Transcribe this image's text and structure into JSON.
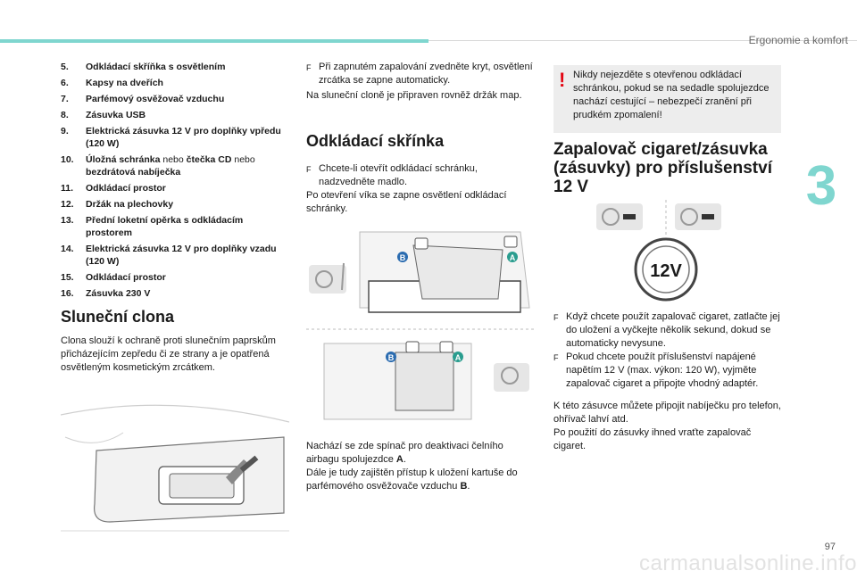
{
  "header": {
    "chapter": "Ergonomie a komfort",
    "chapter_number": "3",
    "page_number": "97"
  },
  "watermark": "carmanualsonline.info",
  "list": [
    {
      "n": "5.",
      "text": "Odkládací skříňka s osvětlením"
    },
    {
      "n": "6.",
      "text": "Kapsy na dveřích"
    },
    {
      "n": "7.",
      "text": "Parfémový osvěžovač vzduchu"
    },
    {
      "n": "8.",
      "text": "Zásuvka USB"
    },
    {
      "n": "9.",
      "text": "Elektrická zásuvka 12 V pro doplňky vpředu (120 W)"
    },
    {
      "n": "10.",
      "a": "Úložná schránka",
      "b": " nebo ",
      "c": "čtečka CD",
      "d": " nebo",
      "e": "bezdrátová nabíječka"
    },
    {
      "n": "11.",
      "text": "Odkládací prostor"
    },
    {
      "n": "12.",
      "text": "Držák na plechovky"
    },
    {
      "n": "13.",
      "text": "Přední loketní opěrka s odkládacím prostorem"
    },
    {
      "n": "14.",
      "text": "Elektrická zásuvka 12 V pro doplňky vzadu (120 W)"
    },
    {
      "n": "15.",
      "text": "Odkládací prostor"
    },
    {
      "n": "16.",
      "text": "Zásuvka 230 V"
    }
  ],
  "sun_visor": {
    "title": "Sluneční clona",
    "text": "Clona slouží k ochraně proti slunečním paprskům přicházejícím zepředu či ze strany a je opatřená osvětleným kosmetickým zrcátkem."
  },
  "col2": {
    "bullet1": "Při zapnutém zapalování zvedněte kryt, osvětlení zrcátka se zapne automaticky.",
    "text1": "Na sluneční cloně je připraven rovněž držák map.",
    "glovebox_title": "Odkládací skřínka",
    "bullet2": "Chcete-li otevřít odkládací schránku, nadzvedněte madlo.",
    "text2": "Po otevření víka se zapne osvětlení odkládací schránky.",
    "text3": "Nachází se zde spínač pro deaktivaci čelního airbagu spolujezdce ",
    "text3_bold": "A",
    "text3_end": ".",
    "text4": "Dále je tudy zajištěn přístup k uložení kartuše do parfémového osvěžovače vzduchu ",
    "text4_bold": "B",
    "text4_end": ".",
    "label_a": "A",
    "label_b": "B"
  },
  "col3": {
    "warning": "Nikdy nejezděte s otevřenou odkládací schránkou, pokud se na sedadle spolujezdce nachází cestující – nebezpečí zranění při prudkém zpomalení!",
    "warning_mark": "!",
    "title": "Zapalovač cigaret/zásuvka (zásuvky) pro příslušenství 12 V",
    "socket_label": "12V",
    "bullet1": "Když chcete použít zapalovač cigaret, zatlačte jej do uložení a vyčkejte několik sekund, dokud se automaticky nevysune.",
    "bullet2": "Pokud chcete použít příslušenství napájené napětím 12 V (max. výkon: 120 W), vyjměte zapalovač cigaret a připojte vhodný adaptér.",
    "text1": "K této zásuvce můžete připojit nabíječku pro telefon, ohřívač lahví atd.",
    "text2": "Po použití do zásuvky ihned vraťte zapalovač cigaret.",
    "bullet_glyph": "F"
  },
  "colors": {
    "accent": "#7fd6cf",
    "warning": "#e30613",
    "label_blue": "#2b6cb0",
    "label_green": "#2a9d8f"
  }
}
